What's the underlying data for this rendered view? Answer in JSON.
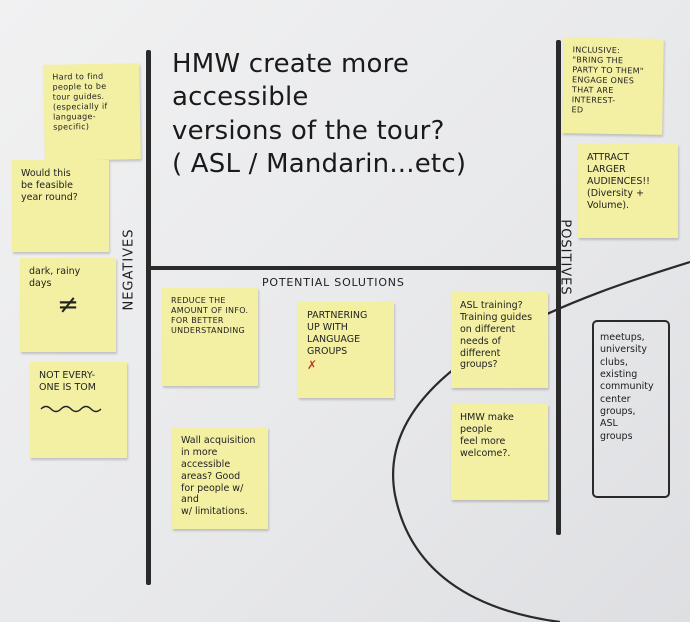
{
  "title": "HMW create more accessible\nversions of the tour?\n( ASL / Mandarin...etc)",
  "labels": {
    "negatives": "NEGATIVES",
    "positives": "POSITIVES",
    "potential_solutions": "POTENTIAL SOLUTIONS"
  },
  "negatives_notes": [
    {
      "text": "Hard to find\npeople to be\ntour guides.\n(especially if\nlanguage-\nspecific)"
    },
    {
      "text": "Would this\nbe feasible\nyear round?"
    },
    {
      "text": "dark, rainy\ndays",
      "symbol": "≠"
    },
    {
      "text": "NOT EVERY-\nONE IS TOM"
    }
  ],
  "positives_notes": [
    {
      "text": "INCLUSIVE:\n\"BRING THE\nPARTY TO THEM\"\nENGAGE ONES\nTHAT ARE INTEREST-\nED"
    },
    {
      "text": "ATTRACT\nLARGER\nAUDIENCES!!\n(Diversity +\nVolume)."
    }
  ],
  "solution_notes": [
    {
      "text": "REDUCE THE\nAMOUNT OF INFO.\nFOR BETTER\nUNDERSTANDING"
    },
    {
      "text": "PARTNERING\nUP WITH\nLANGUAGE\nGROUPS",
      "mark": "✗"
    },
    {
      "text": "ASL training?\nTraining guides\non different\nneeds of\ndifferent groups?"
    },
    {
      "text": "Wall acquisition\nin more accessible\nareas? Good\nfor people w/ and\nw/ limitations."
    },
    {
      "text": "HMW make\npeople\nfeel more\nwelcome?."
    }
  ],
  "resources_box": "meetups,\nuniversity\nclubs,\nexisting\ncommunity\ncenter\ngroups,\nASL\ngroups",
  "colors": {
    "sticky": "#f3f0a3",
    "ink": "#1c1c1c",
    "red_mark": "#c23a2c",
    "board": "#ececee"
  }
}
